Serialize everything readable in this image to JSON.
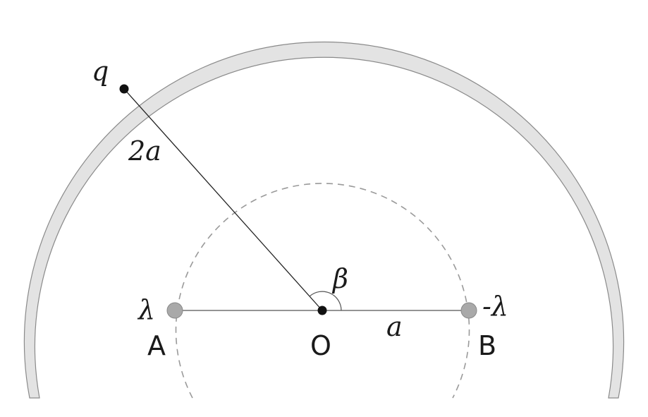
{
  "labels": {
    "charge": "q",
    "outer_radius": "2a",
    "angle": "β",
    "lambda_pos": "λ",
    "lambda_neg": "-λ",
    "point_a": "A",
    "point_o": "O",
    "point_b": "B",
    "inner_radius": "a"
  },
  "colors": {
    "shell_fill": "#e3e3e3",
    "shell_stroke": "#8a8a8a",
    "dashed_circle": "#9a9a9a",
    "line_charge_dot": "#a9a9a9",
    "point_dot": "#111111",
    "line": "#333333"
  }
}
